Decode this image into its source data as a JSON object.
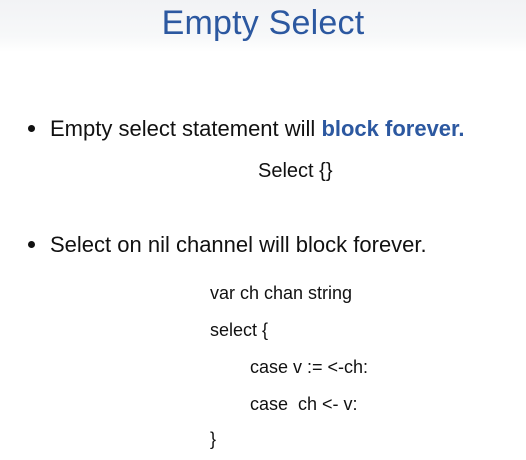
{
  "slide": {
    "title": "Empty Select",
    "bullets": [
      {
        "text": "Empty select statement will ",
        "emphasis": "block forever."
      },
      {
        "text": "Select on nil channel will block forever."
      }
    ],
    "empty_select_code": "Select {}",
    "nil_channel_code": [
      "var ch chan string",
      "select {",
      "case v := <-ch:",
      "case  ch <- v:",
      "}"
    ],
    "colors": {
      "accent": "#2c58a0",
      "text": "#111111",
      "background": "#ffffff"
    }
  }
}
